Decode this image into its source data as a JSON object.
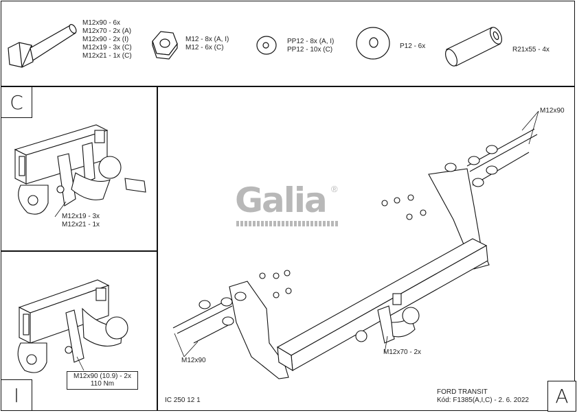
{
  "parts": {
    "bolt": {
      "lines": [
        "M12x90 - 6x",
        "M12x70 - 2x (A)",
        "M12x90 - 2x (I)",
        "M12x19 - 3x (C)",
        "M12x21 - 1x (C)"
      ]
    },
    "nut": {
      "lines": [
        "M12 - 8x (A, I)",
        "M12 - 6x (C)"
      ]
    },
    "washer_pp": {
      "lines": [
        "PP12 - 8x (A, I)",
        "PP12 - 10x (C)"
      ]
    },
    "washer_p": {
      "label": "P12 - 6x"
    },
    "spacer": {
      "label": "R21x55 - 4x"
    }
  },
  "panel_c": {
    "letter": "C",
    "bolt_lines": [
      "M12x19 - 3x",
      "M12x21 - 1x"
    ]
  },
  "panel_i": {
    "letter": "I",
    "spec_line1": "M12x90 (10.9) - 2x",
    "spec_line2": "110 Nm"
  },
  "panel_a": {
    "letter": "A",
    "logo": "Galia",
    "logo_mark": "®",
    "label_top": "M12x90",
    "label_bottom_left": "M12x90",
    "label_center": "M12x70 - 2x",
    "code_left": "IC 250 12 1",
    "vehicle": "FORD TRANSIT",
    "kod": "Kód: F1385(A,I,C) - 2. 6. 2022"
  }
}
